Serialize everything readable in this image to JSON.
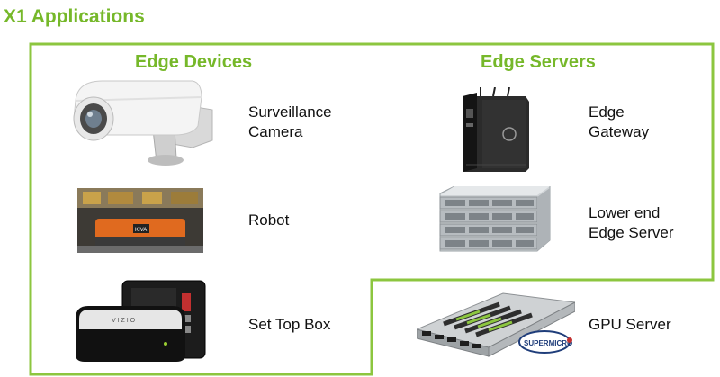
{
  "title": "X1 Applications",
  "colors": {
    "accent": "#76b82a"
  },
  "sections": {
    "edge_devices": {
      "heading": "Edge Devices",
      "items": [
        {
          "icon": "surveillance-camera-image",
          "label_line1": "Surveillance",
          "label_line2": "Camera"
        },
        {
          "icon": "robot-image",
          "label_line1": "Robot"
        },
        {
          "icon": "set-top-box-image",
          "label_line1": "Set Top Box"
        }
      ]
    },
    "edge_servers": {
      "heading": "Edge Servers",
      "items": [
        {
          "icon": "edge-gateway-image",
          "label_line1": "Edge",
          "label_line2": "Gateway"
        },
        {
          "icon": "rack-server-image",
          "label_line1": "Lower end",
          "label_line2": "Edge Server"
        },
        {
          "icon": "gpu-server-image",
          "label_line1": "GPU Server",
          "brand": "SUPERMICRO"
        }
      ]
    }
  }
}
